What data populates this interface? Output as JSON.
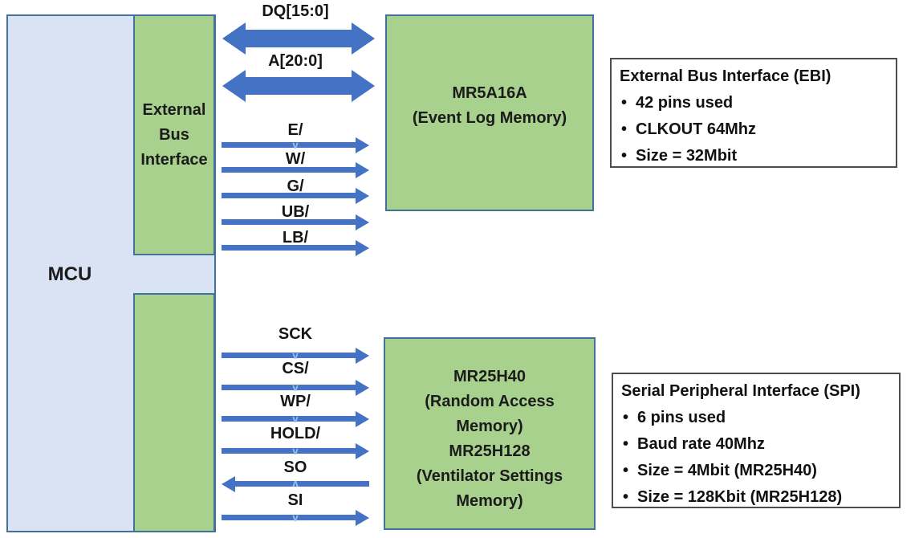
{
  "blocks": {
    "mcu": "MCU",
    "ebi_interface": "External\nBus\nInterface",
    "memory_top": "MR5A16A\n(Event Log Memory)",
    "memory_bottom": "MR25H40\n(Random Access\nMemory)\nMR25H128\n(Ventilator Settings\nMemory)"
  },
  "ebi_signals": [
    {
      "label": "DQ[15:0]",
      "direction": "bidirectional",
      "style": "thick"
    },
    {
      "label": "A[20:0]",
      "direction": "bidirectional",
      "style": "thick"
    },
    {
      "label": "E/",
      "direction": "right",
      "mark": "v"
    },
    {
      "label": "W/",
      "direction": "right"
    },
    {
      "label": "G/",
      "direction": "right"
    },
    {
      "label": "UB/",
      "direction": "right"
    },
    {
      "label": "LB/",
      "direction": "right"
    }
  ],
  "spi_signals": [
    {
      "label": "SCK",
      "direction": "right",
      "mark": "v"
    },
    {
      "label": "CS/",
      "direction": "right",
      "mark": "v"
    },
    {
      "label": "WP/",
      "direction": "right",
      "mark": "v"
    },
    {
      "label": "HOLD/",
      "direction": "right",
      "mark": "v"
    },
    {
      "label": "SO",
      "direction": "left",
      "mark": "v"
    },
    {
      "label": "SI",
      "direction": "right",
      "mark": "v"
    }
  ],
  "notes": {
    "ebi": {
      "title": "External Bus Interface (EBI)",
      "bullets": [
        "42 pins used",
        "CLKOUT 64Mhz",
        "Size = 32Mbit"
      ]
    },
    "spi": {
      "title": "Serial Peripheral Interface (SPI)",
      "bullets": [
        "6 pins used",
        "Baud rate 40Mhz",
        "Size = 4Mbit (MR25H40)",
        "Size = 128Kbit (MR25H128)"
      ]
    }
  },
  "colors": {
    "arrow_blue": "#4472c4",
    "block_green": "#a9d18e",
    "mcu_fill": "#dae3f3",
    "shape_border": "#41719c",
    "note_border": "#4d4d4d",
    "direction_mark_blue": "#9dc3e6"
  }
}
